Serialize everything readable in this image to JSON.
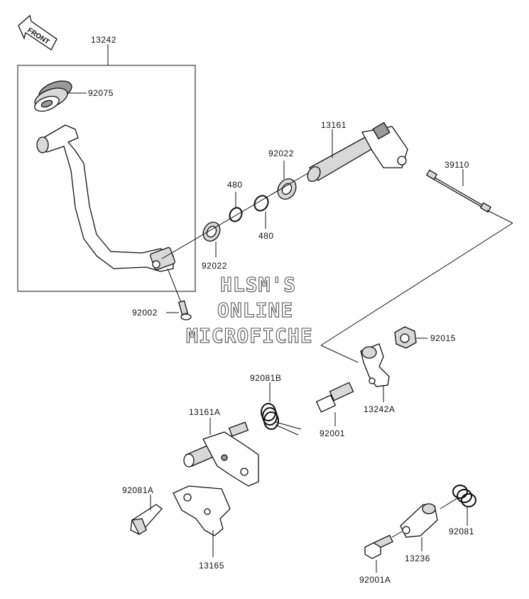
{
  "diagram": {
    "front_label": "FRONT",
    "watermark": [
      "HLSM'S",
      "ONLINE",
      "MICROFICHE"
    ],
    "parts": [
      {
        "id": "p13242",
        "label": "13242"
      },
      {
        "id": "p92075",
        "label": "92075"
      },
      {
        "id": "p13161",
        "label": "13161"
      },
      {
        "id": "p92022a",
        "label": "92022"
      },
      {
        "id": "p39110",
        "label": "39110"
      },
      {
        "id": "p480a",
        "label": "480"
      },
      {
        "id": "p480b",
        "label": "480"
      },
      {
        "id": "p92022b",
        "label": "92022"
      },
      {
        "id": "p92002",
        "label": "92002"
      },
      {
        "id": "p92015",
        "label": "92015"
      },
      {
        "id": "p92081B",
        "label": "92081B"
      },
      {
        "id": "p13161A",
        "label": "13161A"
      },
      {
        "id": "p13242A",
        "label": "13242A"
      },
      {
        "id": "p92001",
        "label": "92001"
      },
      {
        "id": "p92081A",
        "label": "92081A"
      },
      {
        "id": "p13165",
        "label": "13165"
      },
      {
        "id": "p13236",
        "label": "13236"
      },
      {
        "id": "p92081",
        "label": "92081"
      },
      {
        "id": "p92001A",
        "label": "92001A"
      }
    ]
  }
}
